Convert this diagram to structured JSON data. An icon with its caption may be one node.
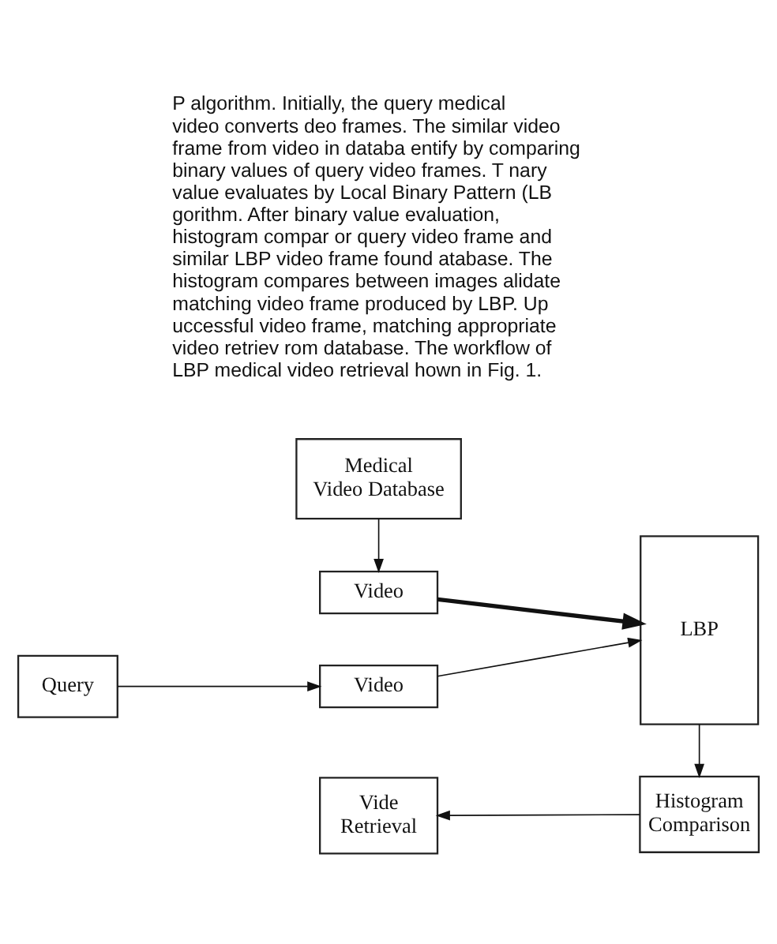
{
  "diagram": {
    "nodes": [
      {
        "text": [
          "Medical Video Database"
        ]
      },
      {
        "text": [
          "Video"
        ]
      },
      {
        "text": [
          "LBP"
        ]
      },
      {
        "text": [
          "Query"
        ]
      },
      {
        "text": [
          "Video"
        ]
      },
      {
        "text": [
          "Vide Retrieval"
        ]
      },
      {
        "text": [
          "Histogram Comparison"
        ]
      }
    ],
    "edges": [
      {
        "from": 0,
        "to": 1,
        "arrow": "to"
      },
      {
        "from": 1,
        "to": 2,
        "arrow": "to",
        "style": "thick"
      },
      {
        "from": 3,
        "to": 4,
        "arrow": "to"
      },
      {
        "from": 4,
        "to": 2,
        "arrow": "to"
      },
      {
        "from": 2,
        "to": 6,
        "arrow": "to"
      },
      {
        "from": 6,
        "to": 5,
        "arrow": "to"
      }
    ],
    "labels": [
      "P algorithm. Initially, the query medical video converts deo frames. The similar video frame from video in databa entify by comparing binary values of query video frames. T nary value evaluates by Local Binary Pattern (LB gorithm. After binary value evaluation, histogram compar or query video frame and similar LBP video frame found atabase. The histogram compares between images alidate matching video frame produced by LBP. Up uccessful video frame, matching appropriate video retriev rom database. The workflow of LBP medical video retrieval hown in Fig. 1."
    ]
  }
}
